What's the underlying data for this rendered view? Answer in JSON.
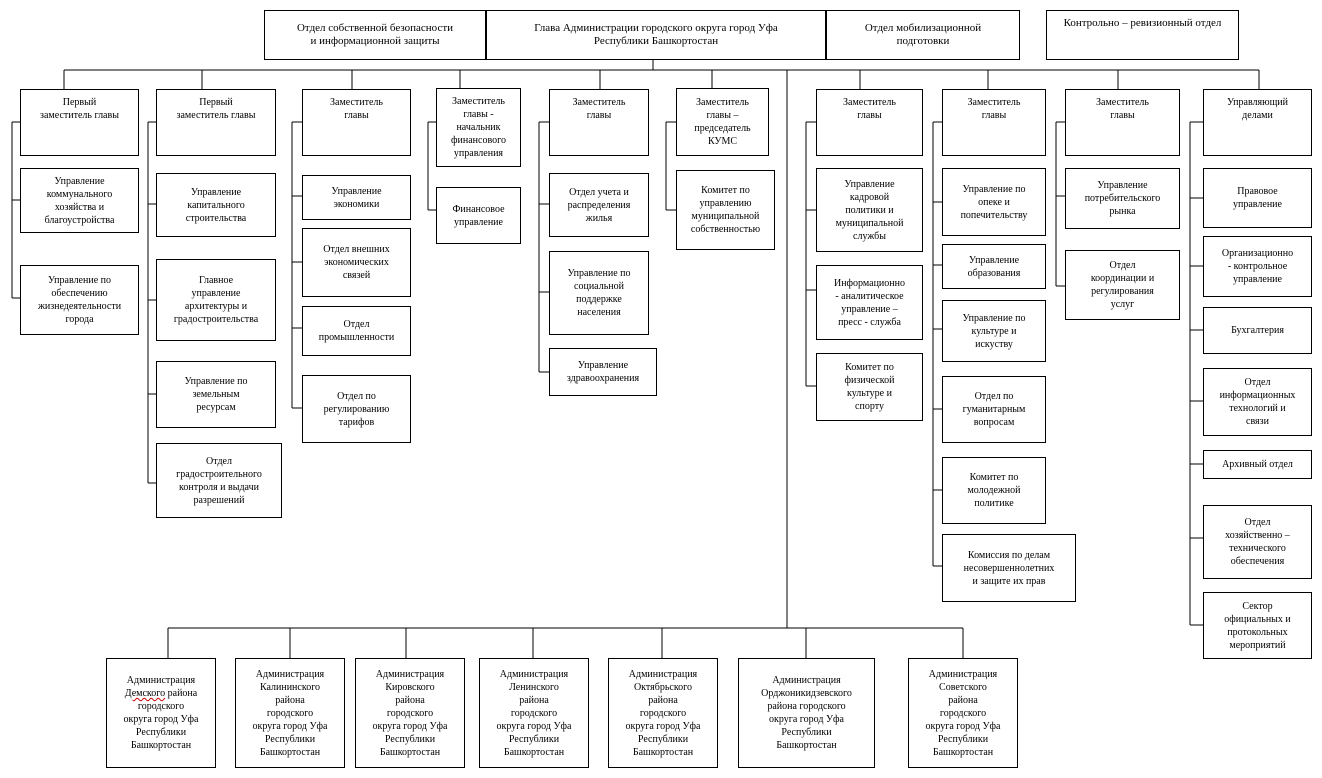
{
  "header_row": {
    "security": "Отдел собственной  безопасности\nи информационной защиты",
    "head": "Глава Администрации городского округа город Уфа\nРеспублики Башкортостан",
    "mobilization": "Отдел мобилизационной\nподготовки",
    "audit": "Контрольно – ревизионный отдел"
  },
  "col1": {
    "head": "Первый\nзаместитель главы",
    "items": [
      "Управление\nкоммунального\nхозяйства и\nблагоустройства",
      "Управление по\nобеспечению\nжизнедеятельности\nгорода"
    ]
  },
  "col2": {
    "head": "Первый\nзаместитель главы",
    "items": [
      "Управление\nкапитального\nстроительства",
      "Главное\nуправление\nархитектуры и\nградостроительства",
      "Управление по\nземельным\nресурсам",
      "Отдел\nградостроительного\nконтроля и выдачи\nразрешений"
    ]
  },
  "col3": {
    "head": "Заместитель\nглавы",
    "items": [
      "Управление\nэкономики",
      "Отдел внешних\nэкономических\nсвязей",
      "Отдел\nпромышленности",
      "Отдел по\nрегулированию\nтарифов"
    ]
  },
  "col4": {
    "head": "Заместитель\nглавы -\nначальник\nфинансового\nуправления",
    "items": [
      "Финансовое\nуправление"
    ]
  },
  "col5": {
    "head": "Заместитель\nглавы",
    "items": [
      "Отдел учета и\nраспределения\nжилья",
      "Управление по\nсоциальной\nподдержке\nнаселения",
      "Управление\nздравоохранения"
    ]
  },
  "col6": {
    "head": "Заместитель\nглавы –\nпредседатель\nКУМС",
    "items": [
      "Комитет по\nуправлению\nмуниципальной\nсобственностью"
    ]
  },
  "col7": {
    "head": "Заместитель\nглавы",
    "items": [
      "Управление\nкадровой\nполитики  и\nмуниципальной\nслужбы",
      "Информационно\n- аналитическое\nуправление –\nпресс - служба",
      "Комитет по\nфизической\nкультуре и\nспорту"
    ]
  },
  "col8": {
    "head": "Заместитель\nглавы",
    "items": [
      "Управление по\nопеке и\nпопечительству",
      "Управление\nобразования",
      "Управление по\nкультуре и\nискуству",
      "Отдел по\nгуманитарным\nвопросам",
      "Комитет по\nмолодежной\nполитике",
      "Комиссия по делам\nнесовершеннолетних\nи защите их прав"
    ]
  },
  "col9": {
    "head": "Заместитель\nглавы",
    "items": [
      "Управление\nпотребительского\nрынка",
      "Отдел\nкоординации и\nрегулирования\nуслуг"
    ]
  },
  "col10": {
    "head": "Управляющий\nделами",
    "items": [
      "Правовое\nуправление",
      "Организационно\n- контрольное\nуправление",
      "Бухгалтерия",
      "Отдел\nинформационных\nтехнологий и\nсвязи",
      "Архивный отдел",
      "Отдел\nхозяйственно –\nтехнического\nобеспечения",
      "Сектор\nофициальных и\nпротокольных\nмероприятий"
    ]
  },
  "districts": {
    "demsky_line1": "Администрация",
    "demsky_word": "Демского",
    "demsky_rest": " района\nгородского\nокруга город Уфа\nРеспублики\nБашкортостан",
    "items": [
      "Администрация\nКалининского\nрайона\nгородского\nокруга город Уфа\nРеспублики\nБашкортостан",
      "Администрация\nКировского\nрайона\nгородского\nокруга город Уфа\nРеспублики\nБашкортостан",
      "Администрация\nЛенинского\nрайона\nгородского\nокруга город Уфа\nРеспублики\nБашкортостан",
      "Администрация\nОктябрьского\nрайона\nгородского\nокруга город Уфа\nРеспублики\nБашкортостан",
      "Администрация\nОрджоникидзевского\nрайона городского\nокруга город Уфа\nРеспублики\nБашкортостан",
      "Администрация\nСоветского\nрайона\nгородского\nокруга город Уфа\nРеспублики\nБашкортостан"
    ]
  }
}
